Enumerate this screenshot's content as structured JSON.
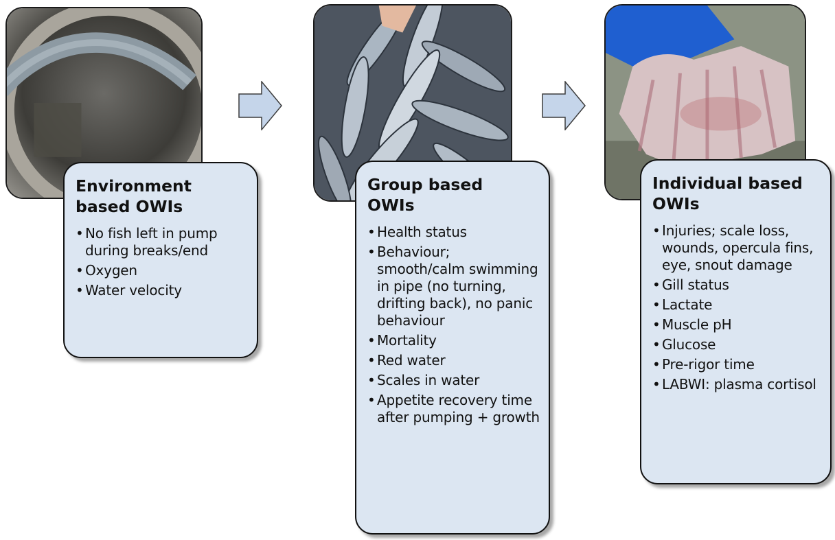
{
  "steps": [
    {
      "title": "Environment\nbased OWIs",
      "image": "pump-pipe-photo",
      "items": [
        "No fish left in pump during breaks/end",
        "Oxygen",
        "Water velocity"
      ]
    },
    {
      "title": "Group based\nOWIs",
      "image": "salmon-group-photo",
      "items": [
        "Health status",
        "Behaviour; smooth/calm swimming in pipe (no turning, drifting back), no panic behaviour",
        "Mortality",
        "Red water",
        "Scales in water",
        "Appetite recovery time after pumping + growth"
      ]
    },
    {
      "title": "Individual based\nOWIs",
      "image": "fish-fin-photo",
      "items": [
        "Injuries; scale loss, wounds, opercula fins, eye, snout damage",
        "Gill status",
        "Lactate",
        "Muscle pH",
        "Glucose",
        "Pre-rigor time",
        "LABWI: plasma cortisol"
      ]
    }
  ],
  "colors": {
    "card_fill": "#dce6f2",
    "arrow_fill": "#c5d5ea",
    "outline": "#111111"
  },
  "icons": [
    "right-arrow-icon",
    "right-arrow-icon"
  ]
}
